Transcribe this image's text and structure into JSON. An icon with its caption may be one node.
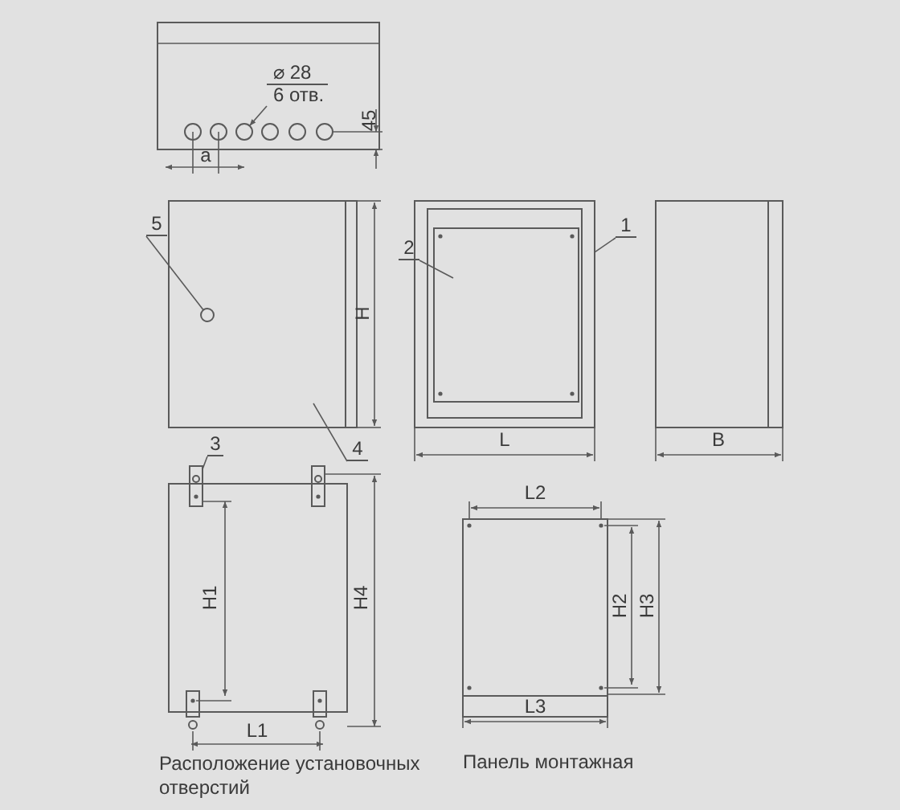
{
  "diagram": {
    "nodes": [
      {
        "text": [
          "⌀ 28",
          "6 отв."
        ]
      },
      {
        "text": [
          "5"
        ]
      },
      {
        "text": [
          "2"
        ]
      },
      {
        "text": [
          "1"
        ]
      },
      {
        "text": [
          "4"
        ]
      },
      {
        "text": [
          "3"
        ]
      },
      {
        "text": [],
        "shape": "circle"
      },
      {
        "text": [],
        "shape": "circle"
      },
      {
        "text": [],
        "shape": "box"
      },
      {
        "text": [],
        "shape": "bar"
      }
    ],
    "edges": [
      {
        "from": 0,
        "to": 6,
        "arrow": "to"
      },
      {
        "from": 1,
        "to": 7,
        "arrow": "none"
      },
      {
        "from": 2,
        "to": null,
        "arrow": "none"
      },
      {
        "from": 3,
        "to": 8,
        "arrow": "none"
      },
      {
        "from": 4,
        "to": null,
        "arrow": "none"
      },
      {
        "from": 5,
        "to": 9,
        "arrow": "none"
      }
    ],
    "labels": [
      "45",
      "a",
      "H",
      "L",
      "B",
      "L2",
      "H1",
      "H4",
      "H2",
      "H3",
      "L1",
      "L3",
      "Расположение установочных отверстий",
      "Панель монтажная"
    ]
  }
}
